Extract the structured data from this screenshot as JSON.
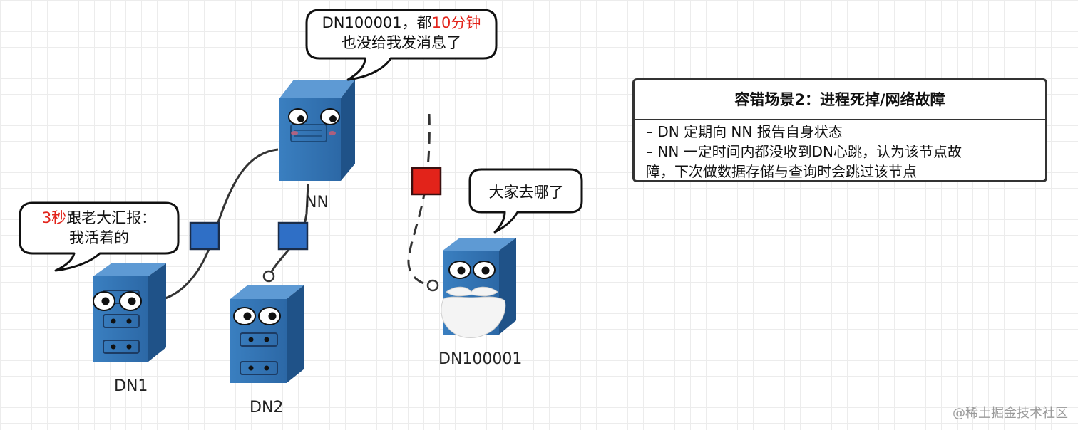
{
  "nodes": {
    "nn": "NN",
    "dn1": "DN1",
    "dn2": "DN2",
    "dn100001": "DN100001"
  },
  "bubbles": {
    "nn_line1_a": "DN100001，都",
    "nn_line1_b": "10分钟",
    "nn_line2": "也没给我发消息了",
    "dn1_line1_a": "3秒",
    "dn1_line1_b": "跟老大汇报：",
    "dn1_line2": "我活着的",
    "dead": "大家去哪了"
  },
  "panel": {
    "title": "容错场景2：进程死掉/网络故障",
    "lines": [
      "– DN 定期向 NN 报告自身状态",
      "– NN 一定时间内都没收到DN心跳，认为该节点故",
      "障，下次做数据存储与查询时会跳过该节点"
    ]
  },
  "watermark": "@稀土掘金技术社区",
  "colors": {
    "server_blue": "#2f6fb0",
    "heartbeat_ok": "#2f6fc6",
    "heartbeat_lost": "#e2231a",
    "highlight_text": "#e2231a"
  }
}
